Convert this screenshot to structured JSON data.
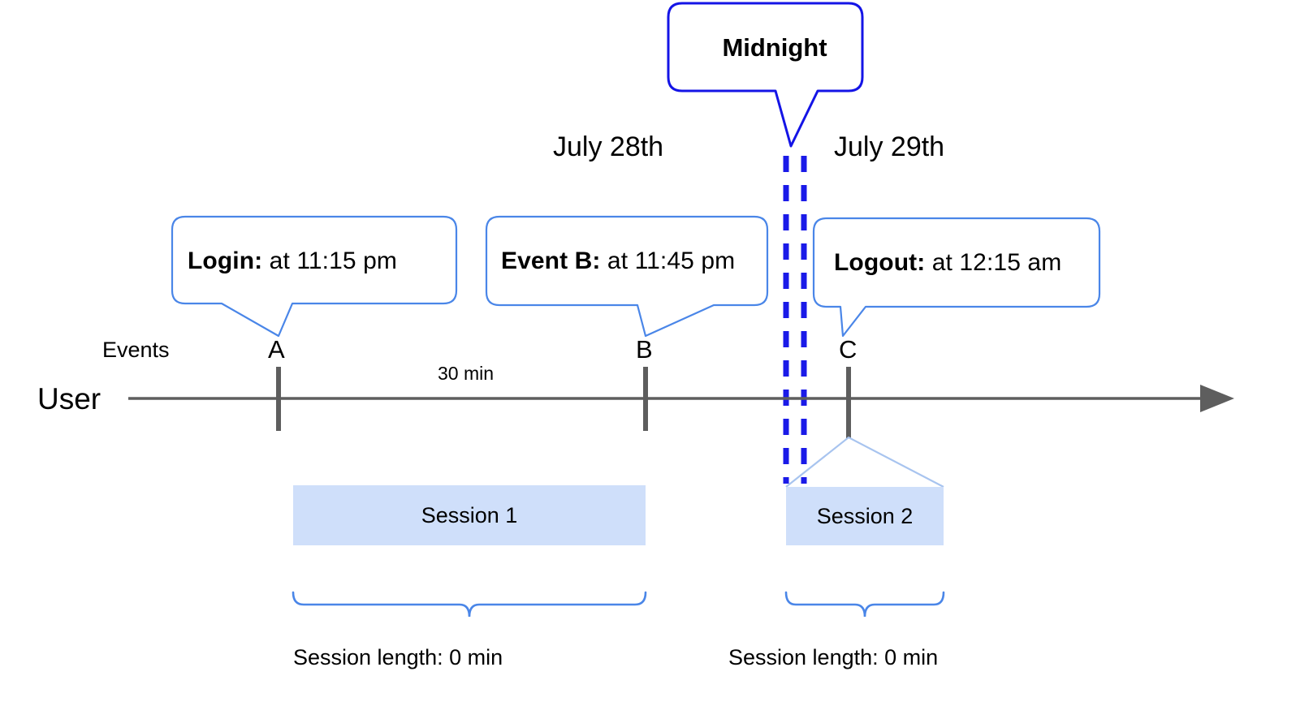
{
  "diagram": {
    "title_callout": {
      "label": "Midnight"
    },
    "day_labels": {
      "left": "July 28th",
      "right": "July 29th"
    },
    "axis": {
      "row_label": "User",
      "events_label": "Events",
      "duration_label": "30 min"
    },
    "events": [
      {
        "letter": "A",
        "callout_bold": "Login:",
        "callout_rest": " at 11:15 pm"
      },
      {
        "letter": "B",
        "callout_bold": "Event B:",
        "callout_rest": " at 11:45 pm"
      },
      {
        "letter": "C",
        "callout_bold": "Logout:",
        "callout_rest": " at 12:15 am"
      }
    ],
    "sessions": [
      {
        "label": "Session 1",
        "length_label": "Session length: 0 min"
      },
      {
        "label": "Session 2",
        "length_label": "Session length: 0 min"
      }
    ],
    "colors": {
      "callout_border": "#4a86e8",
      "midnight_border": "#1414e6",
      "midnight_dash": "#1a1ae8",
      "session_fill": "#cfdffa",
      "axis_gray": "#5e5e5e",
      "brace_blue": "#4a86e8",
      "session_connector": "#a8c4ef",
      "text_black": "#000000"
    }
  }
}
